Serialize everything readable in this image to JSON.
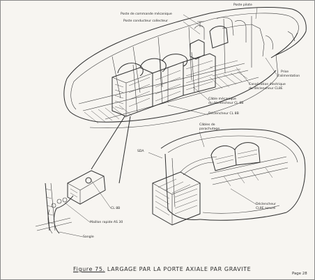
{
  "labels": {
    "poste_pilote": "Poste pilote",
    "poste_commande": "Poste de commande mécanique",
    "poste_conducteur": "Poste conducteur collecteur",
    "prise_line1": "Prise",
    "prise_line2": "d'alimentation",
    "canalisation_line1": "Canalisation électrique",
    "canalisation_line2": "du déclencheur CL8E",
    "cable_meca_line1": "Câble mécanique",
    "cable_meca_line2": "du déclencheur CL 8B",
    "declencheur_cl8b": "Déclencheur CL 8B",
    "cables_line1": "Câbles de",
    "cables_line2": "parachutage",
    "sda": "SDA",
    "cl8b_detail": "CL 8B",
    "maillon": "Maillon rapide AS 30",
    "sangle": "Sangle",
    "declencheur_cl8e_line1": "Déclencheur",
    "declencheur_cl8e_line2": "CL8E assuré"
  },
  "caption": {
    "figure": "Figure 75.",
    "title": "LARGAGE PAR LA PORTE AXIALE PAR GRAVITE"
  },
  "page_label": "Page 28",
  "colors": {
    "ink": "#2e2e2e",
    "paper": "#f7f5f1",
    "border": "#8a8a8a"
  }
}
